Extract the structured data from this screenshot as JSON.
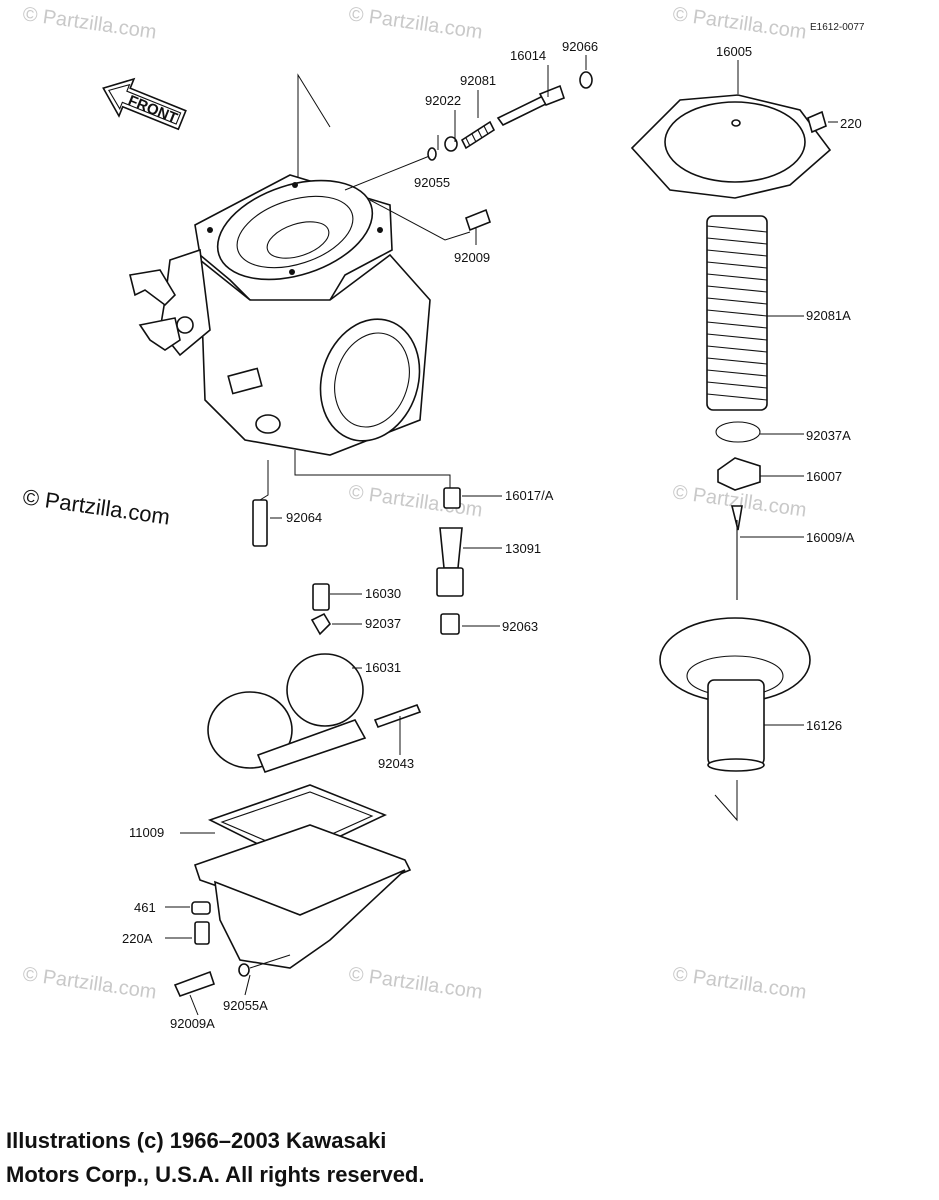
{
  "drawing_code": "E1612-0077",
  "front_label": "FRONT",
  "watermark_text": "© Partzilla.com",
  "parts": {
    "p16005": "16005",
    "p220": "220",
    "p92081A": "92081A",
    "p92037A": "92037A",
    "p16007": "16007",
    "p16009A": "16009/A",
    "p16126": "16126",
    "p16014": "16014",
    "p92066": "92066",
    "p92081": "92081",
    "p92022": "92022",
    "p92055": "92055",
    "p92009": "92009",
    "p16017A": "16017/A",
    "p13091": "13091",
    "p92063": "92063",
    "p92064": "92064",
    "p16030": "16030",
    "p92037": "92037",
    "p16031": "16031",
    "p92043": "92043",
    "p11009": "11009",
    "p461": "461",
    "p220A": "220A",
    "p92055A": "92055A",
    "p92009A": "92009A"
  },
  "copyright": {
    "line1": "Illustrations (c) 1966–2003 Kawasaki",
    "line2": "Motors Corp., U.S.A.  All rights reserved."
  }
}
